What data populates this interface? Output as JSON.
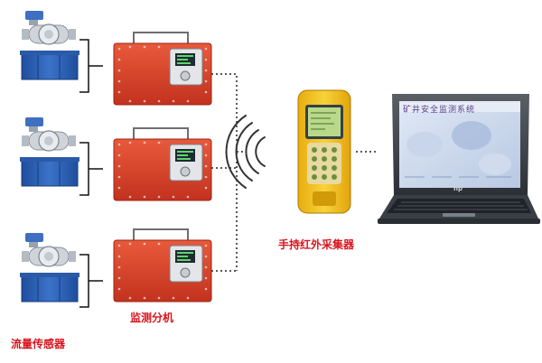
{
  "labels": {
    "flow_sensor": "流量传感器",
    "monitor_unit": "监测分机",
    "ir_collector": "手持红外采集器"
  },
  "laptop": {
    "screen_title": "矿井安全监测系统",
    "brand": "hp"
  },
  "colors": {
    "label_red": "#d8141c",
    "monitor_box": "#d9432b",
    "collector_yellow": "#f3c318",
    "collector_screen": "#b9d98a",
    "sensor_blue": "#2f62b8"
  },
  "counts": {
    "groups": 3
  }
}
